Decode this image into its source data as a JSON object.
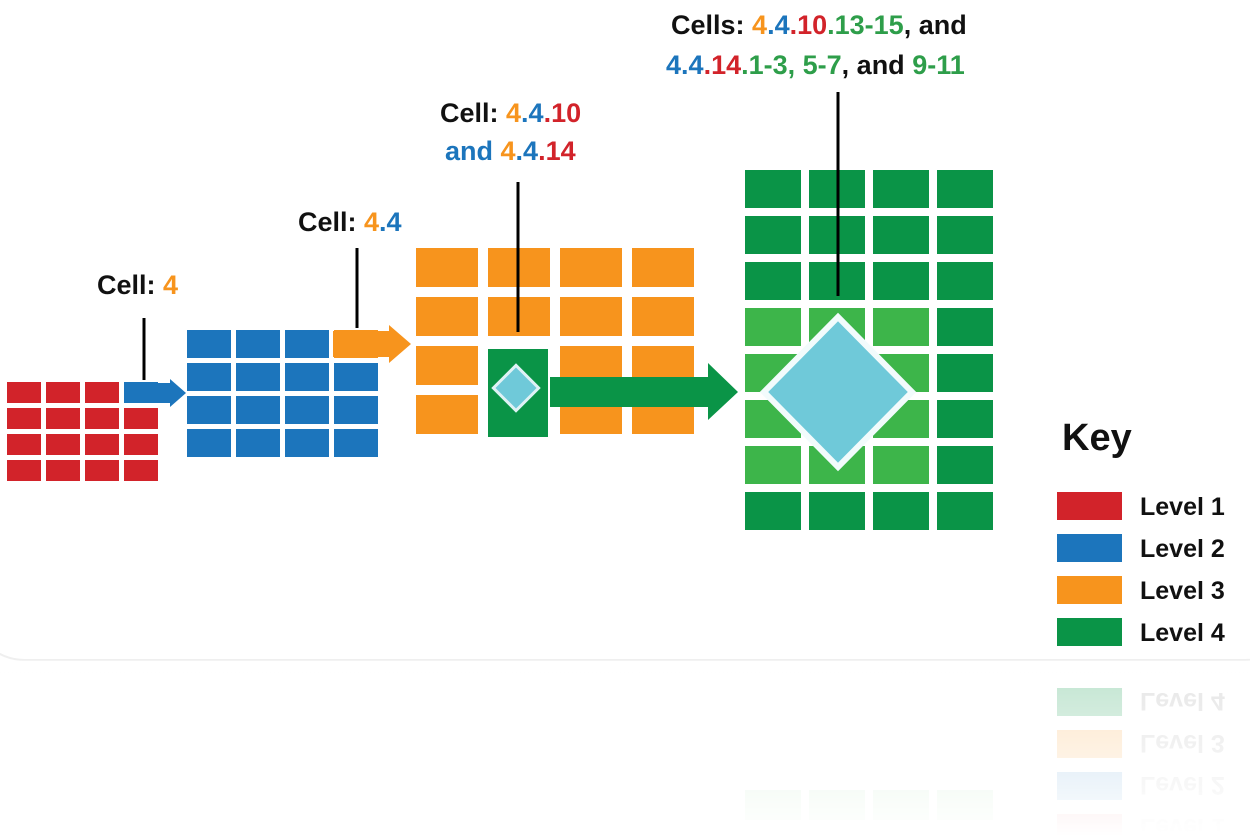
{
  "colors": {
    "level1": "#d2232a",
    "level2": "#1c75bc",
    "level3": "#f7941d",
    "level4": "#0a9447",
    "level4_light": "#3db54a",
    "cyan": "#6fc9d9",
    "text": "#111111",
    "green_text": "#2e9e4a"
  },
  "labels": {
    "l1": [
      {
        "t": "Cell: ",
        "c": "text"
      },
      {
        "t": "4",
        "c": "level3"
      }
    ],
    "l2": [
      {
        "t": "Cell: ",
        "c": "text"
      },
      {
        "t": "4",
        "c": "level3"
      },
      {
        "t": ".4",
        "c": "level2"
      }
    ],
    "l3_line1": [
      {
        "t": "Cell: ",
        "c": "text"
      },
      {
        "t": "4",
        "c": "level3"
      },
      {
        "t": ".4",
        "c": "level2"
      },
      {
        "t": ".10",
        "c": "level1"
      }
    ],
    "l3_line2": [
      {
        "t": "and ",
        "c": "level2"
      },
      {
        "t": "4",
        "c": "level3"
      },
      {
        "t": ".4",
        "c": "level2"
      },
      {
        "t": ".14",
        "c": "level1"
      }
    ],
    "l4_line1": [
      {
        "t": "Cells: ",
        "c": "text"
      },
      {
        "t": "4",
        "c": "level3"
      },
      {
        "t": ".4",
        "c": "level2"
      },
      {
        "t": ".10",
        "c": "level1"
      },
      {
        "t": ".13-15",
        "c": "green_text"
      },
      {
        "t": ", and",
        "c": "text"
      }
    ],
    "l4_line2": [
      {
        "t": "4",
        "c": "level2"
      },
      {
        "t": ".4",
        "c": "level2"
      },
      {
        "t": ".14",
        "c": "level1"
      },
      {
        "t": ".1-3, 5-7",
        "c": "green_text"
      },
      {
        "t": ", and ",
        "c": "text"
      },
      {
        "t": "9-11",
        "c": "green_text"
      }
    ]
  },
  "key": {
    "title": "Key",
    "items": [
      {
        "label": "Level 1",
        "color": "level1"
      },
      {
        "label": "Level 2",
        "color": "level2"
      },
      {
        "label": "Level 3",
        "color": "level3"
      },
      {
        "label": "Level 4",
        "color": "level4"
      }
    ]
  }
}
